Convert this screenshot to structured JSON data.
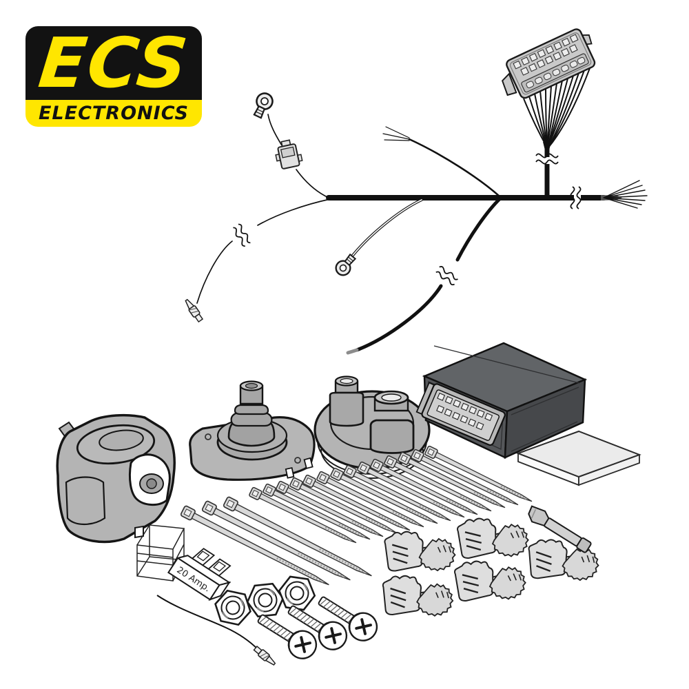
{
  "image": {
    "title": "ECS Electronics towbar wiring kit contents",
    "background": "#ffffff"
  },
  "logo": {
    "brand": "ECS",
    "subtitle": "ELECTRONICS",
    "yellow": "#ffe600",
    "black": "#121212"
  },
  "fuse_label": "20 Amp.",
  "palette": {
    "outline": "#1a1a1a",
    "part_grey": "#b4b4b4",
    "part_grey_dark": "#a2a2a2",
    "module_top": "#616467",
    "module_front": "#55575a",
    "module_side": "#46484b",
    "connector_grey": "#c9c9c9",
    "hardware_grey": "#d9d9d9",
    "pad_grey": "#ebebeb",
    "wire_black": "#111111"
  },
  "parts": [
    {
      "name": "wiring-harness",
      "qty": 1
    },
    {
      "name": "vehicle-connector-plug",
      "qty": 1
    },
    {
      "name": "ring-terminal",
      "qty": 2
    },
    {
      "name": "inline-fuse-holder",
      "qty": 1
    },
    {
      "name": "pin-terminal",
      "qty": 1
    },
    {
      "name": "towing-socket-7pin",
      "qty": 1
    },
    {
      "name": "boot-gasket-plate",
      "qty": 1
    },
    {
      "name": "double-grommet",
      "qty": 1
    },
    {
      "name": "ecu-module",
      "qty": 1
    },
    {
      "name": "adhesive-pad",
      "qty": 1
    },
    {
      "name": "cable-tie-short",
      "qty": 14
    },
    {
      "name": "cable-tie-long",
      "qty": 3
    },
    {
      "name": "wireframe-box",
      "qty": 1
    },
    {
      "name": "blade-fuse-20amp",
      "qty": 1
    },
    {
      "name": "hex-nut",
      "qty": 3
    },
    {
      "name": "machine-screw",
      "qty": 3
    },
    {
      "name": "quick-connector-pair",
      "qty": 5
    },
    {
      "name": "hex-bolt",
      "qty": 1
    },
    {
      "name": "earth-wire-with-terminal",
      "qty": 1
    }
  ]
}
